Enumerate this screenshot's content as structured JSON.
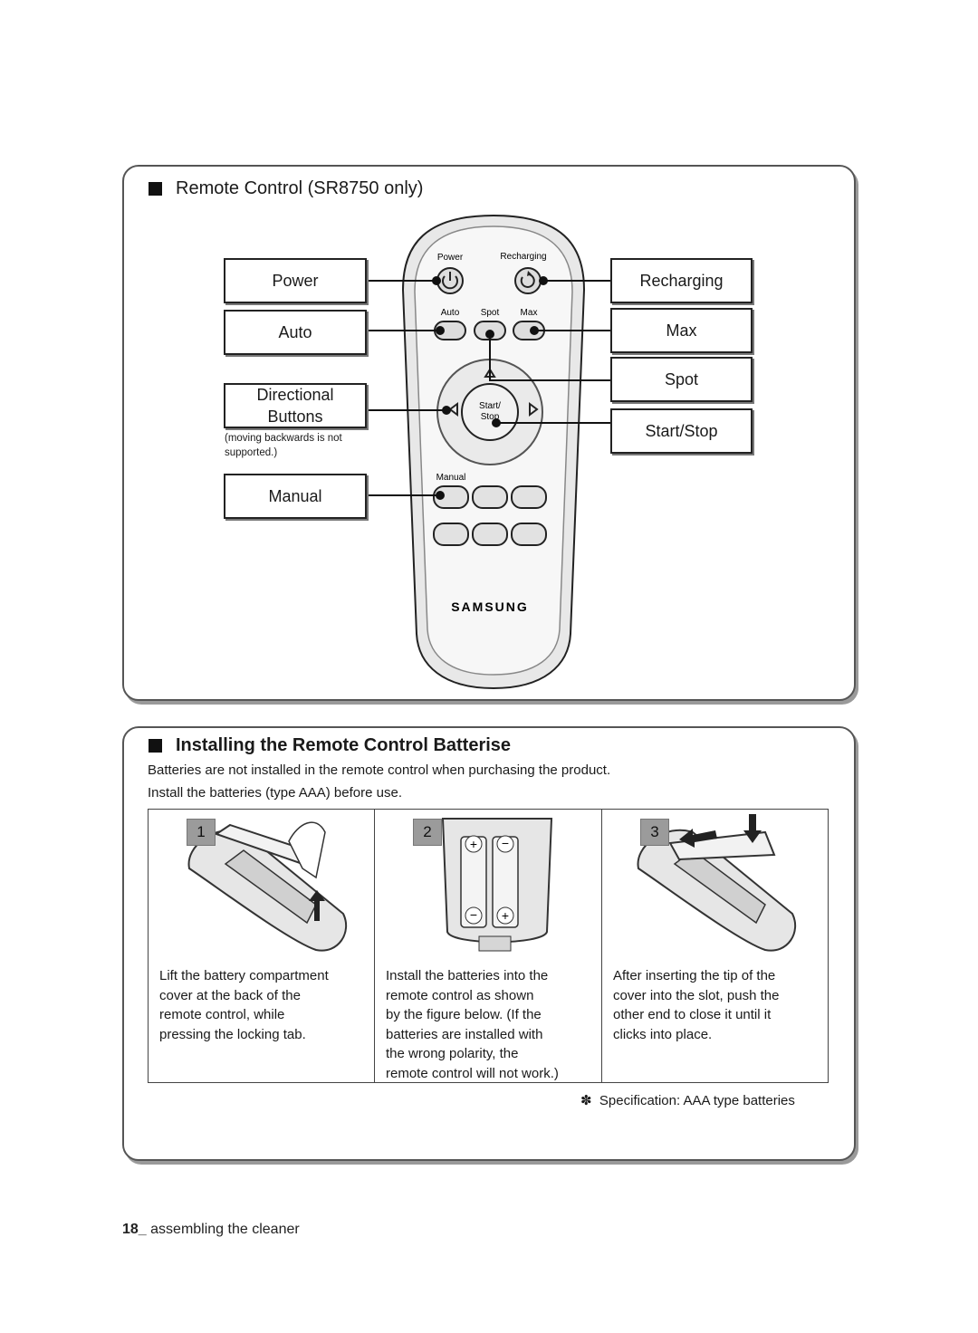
{
  "remote_section": {
    "title": "Remote Control (SR8750 only)",
    "labels_left": {
      "power": "Power",
      "auto": "Auto",
      "directional_line1": "Directional",
      "directional_line2": "Buttons",
      "directional_note": "(moving backwards is not supported.)",
      "manual": "Manual"
    },
    "labels_right": {
      "recharging": "Recharging",
      "max": "Max",
      "spot": "Spot",
      "start_stop": "Start/Stop"
    },
    "remote_printed": {
      "power": "Power",
      "recharging": "Recharging",
      "auto": "Auto",
      "spot": "Spot",
      "max": "Max",
      "start": "Start/",
      "stop": "Stop",
      "manual": "Manual",
      "brand": "SAMSUNG"
    }
  },
  "battery_section": {
    "title": "Installing the Remote Control Batterise",
    "intro_line1": "Batteries are not installed in the remote control when purchasing the product.",
    "intro_line2": "Install the batteries (type AAA) before use.",
    "steps": [
      {
        "number": "1",
        "text": "Lift the battery compartment\ncover at the back of the\nremote control, while\npressing the locking tab."
      },
      {
        "number": "2",
        "text": "Install the batteries into the\nremote control as shown\nby the figure below. (If the\nbatteries are installed with\nthe wrong polarity, the\nremote control will not work.)"
      },
      {
        "number": "3",
        "text": "After inserting the tip of the\ncover into the slot, push the\nother end to close it until it\nclicks into place."
      }
    ],
    "spec_symbol": "✽",
    "spec_text": "Specification: AAA type batteries"
  },
  "footer": {
    "page_number": "18_",
    "section": " assembling the cleaner"
  }
}
